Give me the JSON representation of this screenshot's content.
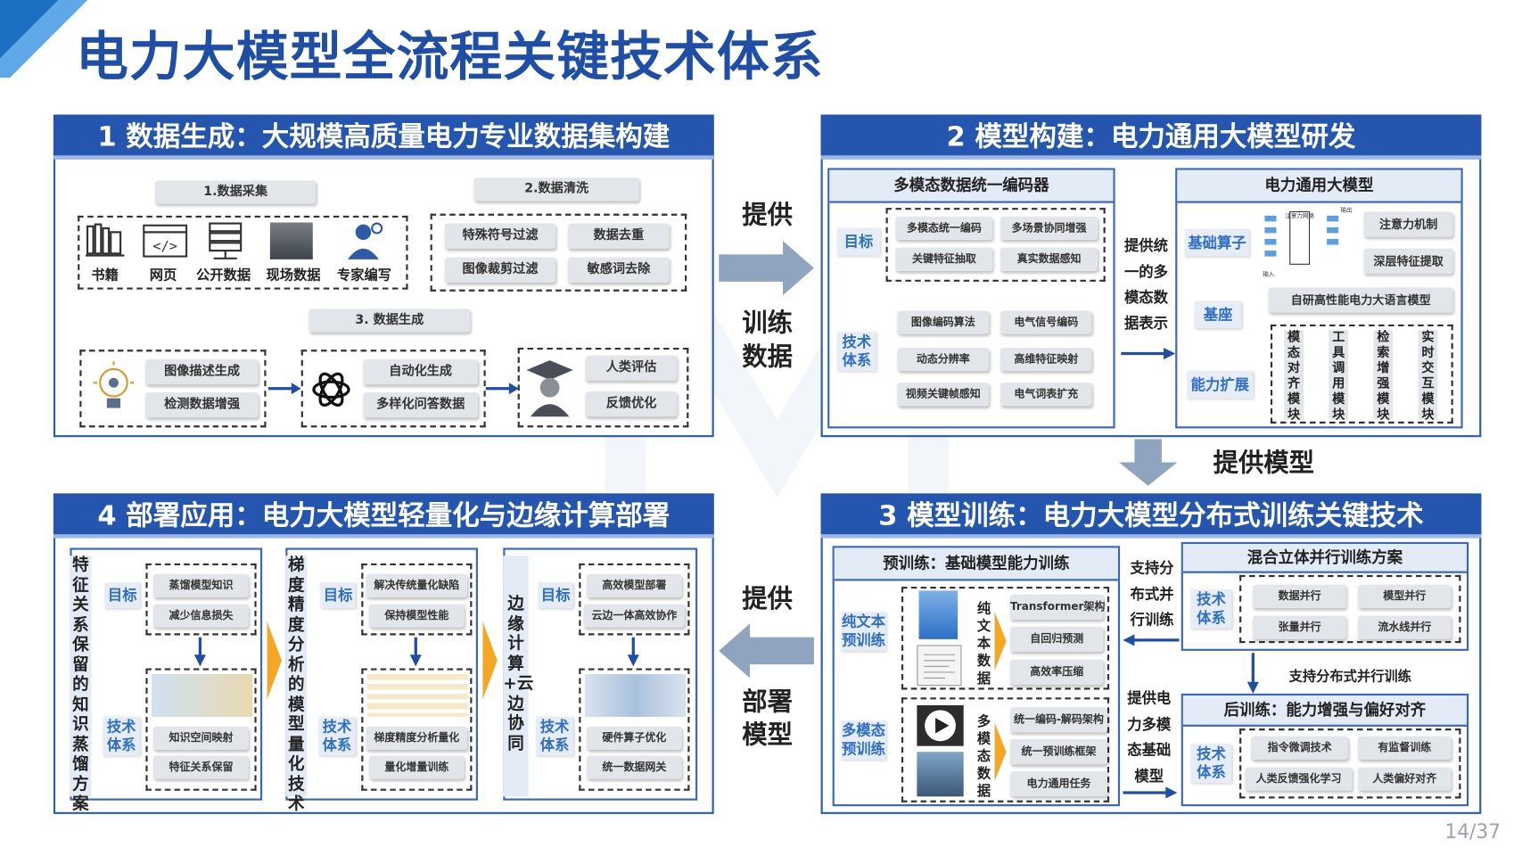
{
  "title": "电力大模型全流程关键技术体系",
  "page": "14/37",
  "colors": {
    "header": "#2456b0",
    "accent": "#2f6fc4",
    "arrow": "#8fa4bf"
  },
  "flow": {
    "provide": "提供",
    "train_data_1": "训练",
    "train_data_2": "数据",
    "provide_model": "提供模型",
    "provide2": "提供",
    "deploy_1": "部署",
    "deploy_2": "模型"
  },
  "s1": {
    "header": "1 数据生成：大规模高质量电力专业数据集构建",
    "collect": {
      "label": "1.数据采集",
      "items": [
        {
          "icon": "books-icon",
          "text": "书籍"
        },
        {
          "icon": "webpage-icon",
          "text": "网页"
        },
        {
          "icon": "database-icon",
          "text": "公开数据"
        },
        {
          "icon": "field-photo-icon",
          "text": "现场数据"
        },
        {
          "icon": "expert-icon",
          "text": "专家编写"
        }
      ]
    },
    "clean": {
      "label": "2.数据清洗",
      "items": [
        "特殊符号过滤",
        "数据去重",
        "图像裁剪过滤",
        "敏感词去除"
      ]
    },
    "gen": {
      "label": "3. 数据生成",
      "g1": [
        "图像描述生成",
        "检测数据增强"
      ],
      "g2": [
        "自动化生成",
        "多样化问答数据"
      ],
      "g3": [
        "人类评估",
        "反馈优化"
      ]
    }
  },
  "s2": {
    "header": "2 模型构建：电力通用大模型研发",
    "encoder": {
      "title": "多模态数据统一编码器",
      "goal": "目标",
      "goals": [
        "多模态统一编码",
        "多场景协同增强",
        "关键特征抽取",
        "真实数据感知"
      ],
      "tech": "技术体系",
      "techs": [
        "图像编码算法",
        "电气信号编码",
        "动态分辨率",
        "高维特征映射",
        "视频关键帧感知",
        "电气词表扩充"
      ]
    },
    "mid": "提供统一的多模态数据表示",
    "model": {
      "title": "电力通用大模型",
      "op": "基础算子",
      "ops": [
        "注意力机制",
        "深层特征提取"
      ],
      "base": "基座",
      "base_item": "自研高性能电力大语言模型",
      "ext": "能力扩展",
      "exts": [
        "模态对齐模块",
        "工具调用模块",
        "检索增强模块",
        "实时交互模块"
      ],
      "diagram_labels": [
        "注意力网络",
        "输出",
        "输入"
      ]
    }
  },
  "s3": {
    "header": "3 模型训练：电力大模型分布式训练关键技术",
    "pre": {
      "title": "预训练：基础模型能力训练",
      "text_label": "纯文本预训练",
      "text_data": "纯文本数据",
      "text_items": [
        "Transformer架构",
        "自回归预测",
        "高效率压缩"
      ],
      "mm_label": "多模态预训练",
      "mm_data": "多模态数据",
      "mm_items": [
        "统一编码-解码架构",
        "统一预训练框架",
        "电力通用任务"
      ]
    },
    "mid_top": "支持分布式并行训练",
    "mid_bot": "提供电力多模态基础模型",
    "hybrid": {
      "title": "混合立体并行训练方案",
      "tech": "技术体系",
      "items": [
        "数据并行",
        "模型并行",
        "张量并行",
        "流水线并行"
      ]
    },
    "support": "支持分布式并行训练",
    "post": {
      "title": "后训练：能力增强与偏好对齐",
      "tech": "技术体系",
      "items": [
        "指令微调技术",
        "有监督训练",
        "人类反馈强化学习",
        "人类偏好对齐"
      ]
    }
  },
  "s4": {
    "header": "4 部署应用：电力大模型轻量化与边缘计算部署",
    "cols": [
      {
        "side": "特征关系保留的知识蒸馏方案",
        "goal": "目标",
        "goals": [
          "蒸馏模型知识",
          "减少信息损失"
        ],
        "tech": "技术体系",
        "techs": [
          "知识空间映射",
          "特征关系保留"
        ]
      },
      {
        "side": "梯度精度分析的模型量化技术",
        "goal": "目标",
        "goals": [
          "解决传统量化缺陷",
          "保持模型性能"
        ],
        "tech": "技术体系",
        "techs": [
          "梯度精度分析量化",
          "量化增量训练"
        ]
      },
      {
        "side": "边缘计算+云边协同",
        "goal": "目标",
        "goals": [
          "高效模型部署",
          "云边一体高效协作"
        ],
        "tech": "技术体系",
        "techs": [
          "硬件算子优化",
          "统一数据网关"
        ]
      }
    ]
  }
}
